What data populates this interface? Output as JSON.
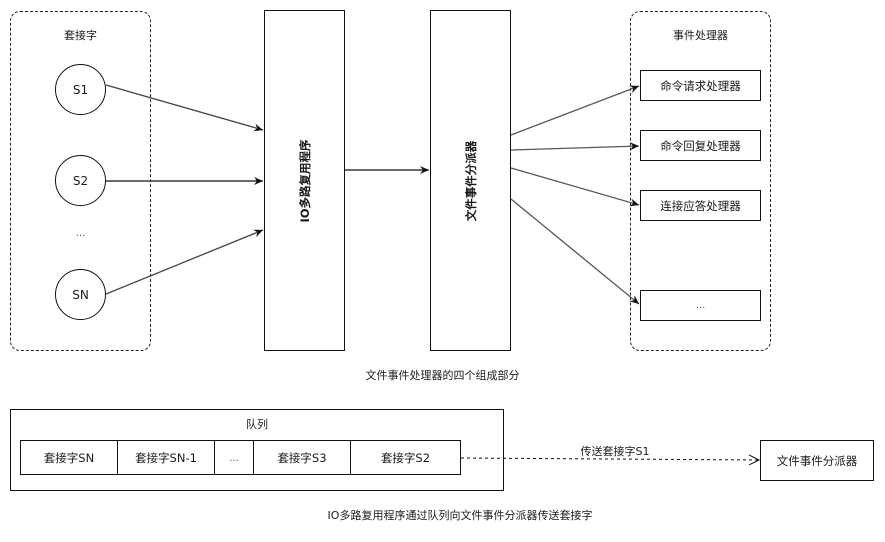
{
  "top_diagram": {
    "sockets_group": {
      "title": "套接字",
      "sockets": [
        "S1",
        "S2",
        "...",
        "SN"
      ]
    },
    "io_multiplexer": {
      "label": "IO多路复用程序"
    },
    "dispatcher": {
      "label": "文件事件分派器"
    },
    "handlers_group": {
      "title": "事件处理器",
      "handlers": [
        "命令请求处理器",
        "命令回复处理器",
        "连接应答处理器",
        "..."
      ]
    },
    "caption": "文件事件处理器的四个组成部分"
  },
  "bottom_diagram": {
    "queue": {
      "title": "队列",
      "cells": [
        "套接字SN",
        "套接字SN-1",
        "...",
        "套接字S3",
        "套接字S2"
      ]
    },
    "transfer_label": "传送套接字S1",
    "dispatcher": {
      "label": "文件事件分派器"
    },
    "caption": "IO多路复用程序通过队列向文件事件分派器传送套接字"
  }
}
